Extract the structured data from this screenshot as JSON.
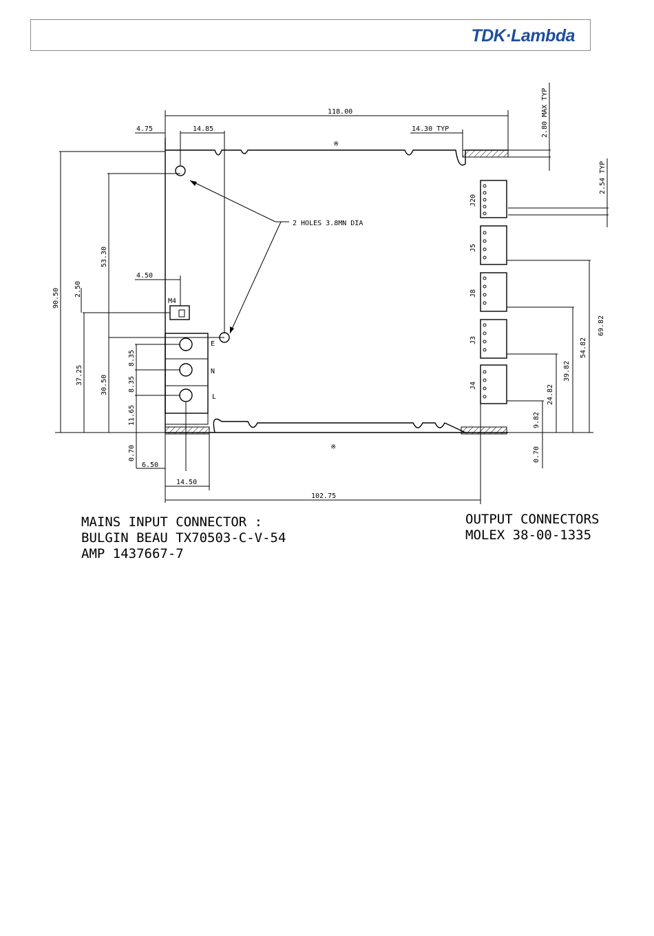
{
  "header": {
    "logo_text": "TDK·Lambda",
    "logo_color": "#1e4e9c"
  },
  "dimensions": {
    "overall_width": "118.00",
    "offset_left": "4.75",
    "hole_spacing_top": "14.85",
    "output_spacing_typ": "14.30 TYP",
    "max_height_typ": "2.80 MAX TYP",
    "pitch_typ": "2.54 TYP",
    "overall_height": "90.50",
    "hole_vertical": "53.30",
    "earth_offset": "4.50",
    "earth_height": "2.50",
    "input_height": "37.25",
    "input_pin_e": "30.50",
    "pitch_1": "8.35",
    "pitch_2": "8.35",
    "input_pin_l": "11.65",
    "bottom_offset_left": "0.70",
    "bottom_pin_x": "6.50",
    "connector_width": "14.50",
    "overall_length_bottom": "102.75",
    "output_bottom": "0.70",
    "out_9_82": "9.82",
    "out_24_82": "24.82",
    "out_39_82": "39.82",
    "out_54_82": "54.82",
    "out_69_82": "69.82"
  },
  "labels": {
    "holes_callout": "2 HOLES 3.8MN DIA",
    "m4_label": "M4",
    "pin_e": "E",
    "pin_n": "N",
    "pin_l": "L",
    "center_mark_top": "※",
    "center_mark_bottom": "※",
    "connectors": [
      "J20",
      "J5",
      "J8",
      "J3",
      "J4"
    ]
  },
  "notes": {
    "mains_line1": "MAINS INPUT CONNECTOR :",
    "mains_line2": "BULGIN BEAU TX70503-C-V-54",
    "mains_line3": "AMP 1437667-7",
    "output_line1": "OUTPUT CONNECTORS",
    "output_line2": "MOLEX 38-00-1335"
  }
}
